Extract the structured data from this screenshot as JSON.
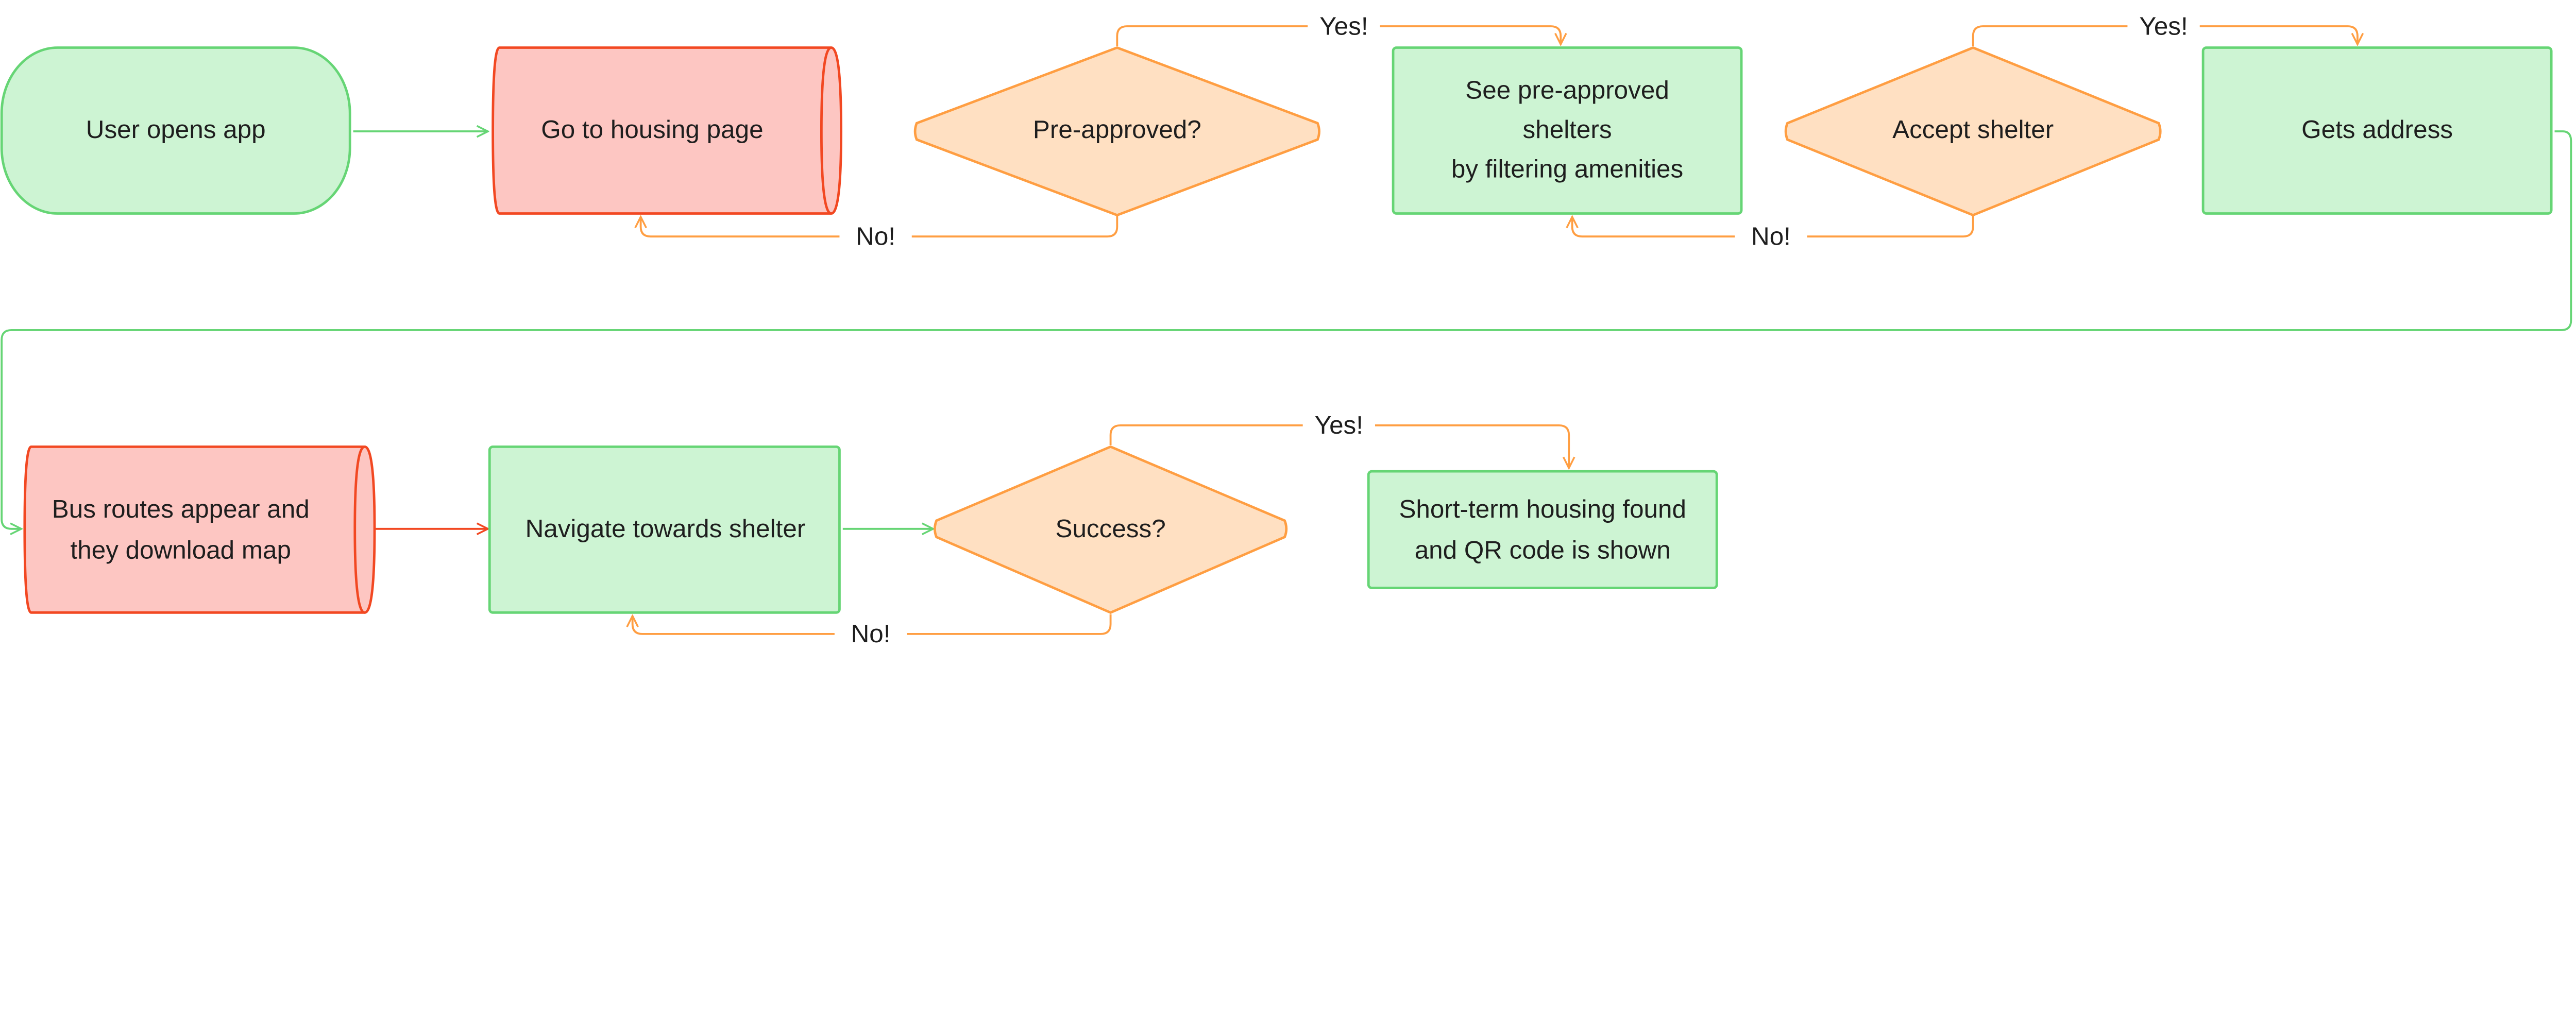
{
  "colors": {
    "green_fill": "#cdf4d3",
    "green_stroke": "#66d575",
    "red_fill": "#fdc6c2",
    "red_stroke": "#f24822",
    "orange_fill": "#ffe0c2",
    "orange_stroke": "#ff9e42",
    "text": "#1e1e1e"
  },
  "nodes": {
    "start": {
      "label": "User opens app",
      "shape": "terminator"
    },
    "housing_page": {
      "label": "Go to housing page",
      "shape": "cylinder"
    },
    "pre_approved": {
      "label": "Pre-approved?",
      "shape": "decision"
    },
    "see_shelters": {
      "lines": [
        "See pre-approved",
        "shelters",
        "by filtering amenities"
      ],
      "shape": "process"
    },
    "accept_shelter": {
      "label": "Accept shelter",
      "shape": "decision"
    },
    "gets_address": {
      "label": "Gets address",
      "shape": "process"
    },
    "bus_routes": {
      "lines": [
        "Bus routes appear and",
        "they download map"
      ],
      "shape": "cylinder"
    },
    "navigate": {
      "label": "Navigate towards shelter",
      "shape": "process"
    },
    "success": {
      "label": "Success?",
      "shape": "decision"
    },
    "housing_found": {
      "lines": [
        "Short-term housing found",
        "and QR code is shown"
      ],
      "shape": "process"
    }
  },
  "edges": {
    "yes": "Yes!",
    "no": "No!"
  }
}
